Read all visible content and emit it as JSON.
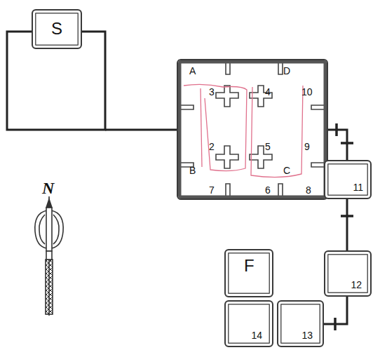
{
  "diagram": {
    "nodes": [
      {
        "text": [
          "S"
        ]
      },
      {
        "text": [
          "A",
          "D",
          "3",
          "4",
          "10",
          "2",
          "5",
          "9",
          "B",
          "C",
          "7",
          "6",
          "8"
        ]
      },
      {
        "text": [
          "11"
        ]
      },
      {
        "text": [
          "F"
        ]
      },
      {
        "text": [
          "12"
        ]
      },
      {
        "text": [
          "14"
        ]
      },
      {
        "text": [
          "13"
        ]
      }
    ],
    "edges": [
      {
        "from": 1,
        "to": 2,
        "arrow": "none"
      },
      {
        "from": 2,
        "to": 4,
        "arrow": "none"
      },
      {
        "from": 4,
        "to": 6,
        "arrow": "none"
      }
    ],
    "labels": [
      "N"
    ]
  }
}
